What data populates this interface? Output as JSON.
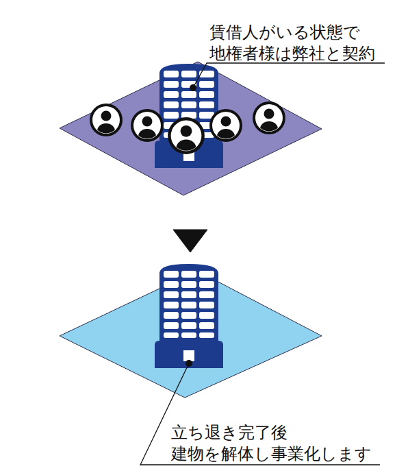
{
  "diagram": {
    "nodes": [
      {
        "text": [
          "賃借人がいる状態で 地権者様は弊社と契約"
        ]
      },
      {
        "text": [
          "立ち退き完了後 建物を解体し事業化します"
        ]
      }
    ],
    "edges": [
      {
        "from": 0,
        "to": 1,
        "arrow": "to"
      }
    ]
  }
}
